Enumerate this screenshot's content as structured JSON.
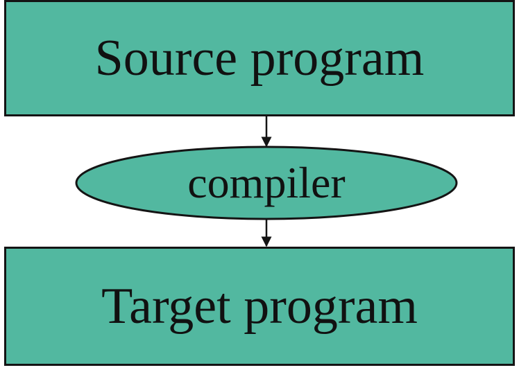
{
  "diagram": {
    "type": "flowchart",
    "nodes": [
      {
        "id": "source",
        "shape": "rectangle",
        "label": "Source program"
      },
      {
        "id": "compiler",
        "shape": "ellipse",
        "label": "compiler"
      },
      {
        "id": "target",
        "shape": "rectangle",
        "label": "Target program"
      }
    ],
    "edges": [
      {
        "from": "source",
        "to": "compiler"
      },
      {
        "from": "compiler",
        "to": "target"
      }
    ]
  },
  "colors": {
    "fill": "#52b8a0",
    "stroke": "#141414",
    "text": "#111111",
    "background": "#ffffff"
  }
}
